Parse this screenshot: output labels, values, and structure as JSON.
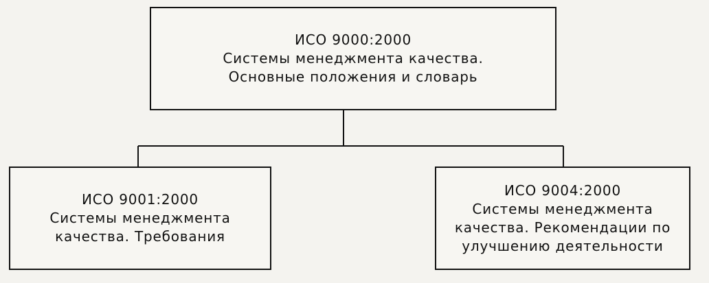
{
  "diagram": {
    "top": {
      "code": "ИСО 9000:2000",
      "lines": [
        "Системы менеджмента качества.",
        "Основные положения и словарь"
      ]
    },
    "left": {
      "code": "ИСО 9001:2000",
      "lines": [
        "Системы менеджмента",
        "качества. Требования"
      ]
    },
    "right": {
      "code": "ИСО 9004:2000",
      "lines": [
        "Системы менеджмента",
        "качества. Рекомендации по",
        "улучшению деятельности"
      ]
    }
  }
}
